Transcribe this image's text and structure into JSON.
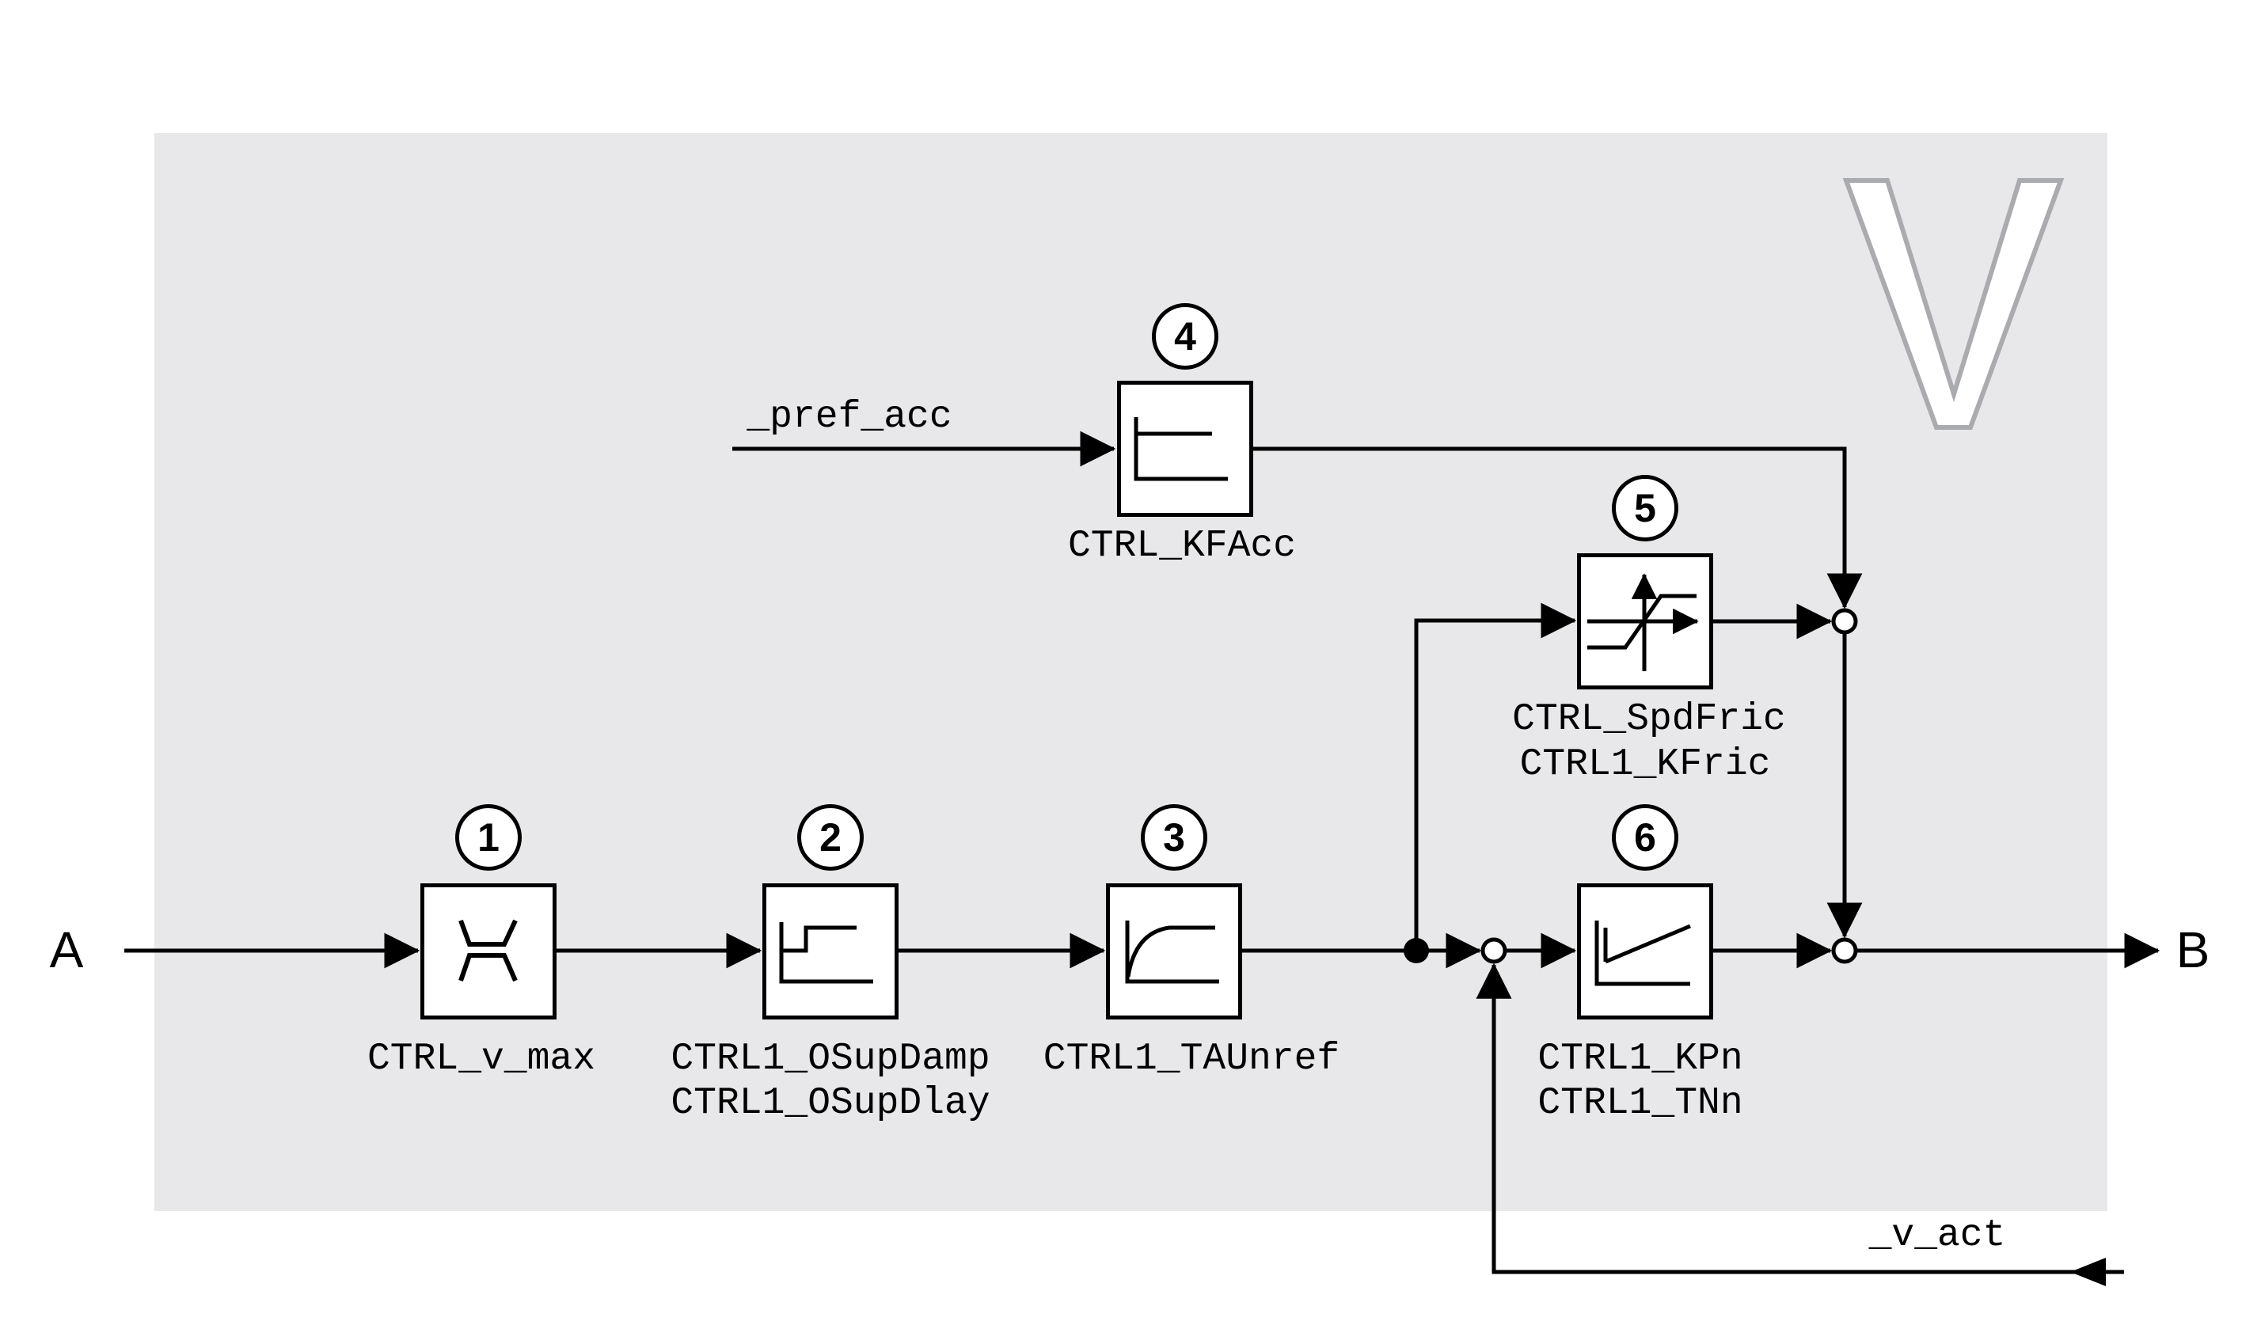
{
  "diagram": {
    "endpoints": {
      "input": "A",
      "output": "B"
    },
    "signal_labels": {
      "pref_acc": "_pref_acc",
      "v_act": "_v_act"
    },
    "watermark_letter": "V",
    "colors": {
      "panel": "#e8e8ea",
      "line": "#000000",
      "watermark_stroke": "#a9abae",
      "watermark_fill": "#ffffff"
    },
    "blocks": [
      {
        "number": "1",
        "icon": "limiter-icon",
        "params": [
          "CTRL_v_max"
        ]
      },
      {
        "number": "2",
        "icon": "overshoot-suppression-icon",
        "params": [
          "CTRL1_OSupDamp",
          "CTRL1_OSupDlay"
        ]
      },
      {
        "number": "3",
        "icon": "reference-filter-icon",
        "params": [
          "CTRL1_TAUnref"
        ]
      },
      {
        "number": "4",
        "icon": "acceleration-feed-forward-icon",
        "params": [
          "CTRL_KFAcc"
        ]
      },
      {
        "number": "5",
        "icon": "friction-compensation-icon",
        "params": [
          "CTRL_SpdFric",
          "CTRL1_KFric"
        ]
      },
      {
        "number": "6",
        "icon": "pi-controller-icon",
        "params": [
          "CTRL1_KPn",
          "CTRL1_TNn"
        ]
      }
    ]
  }
}
